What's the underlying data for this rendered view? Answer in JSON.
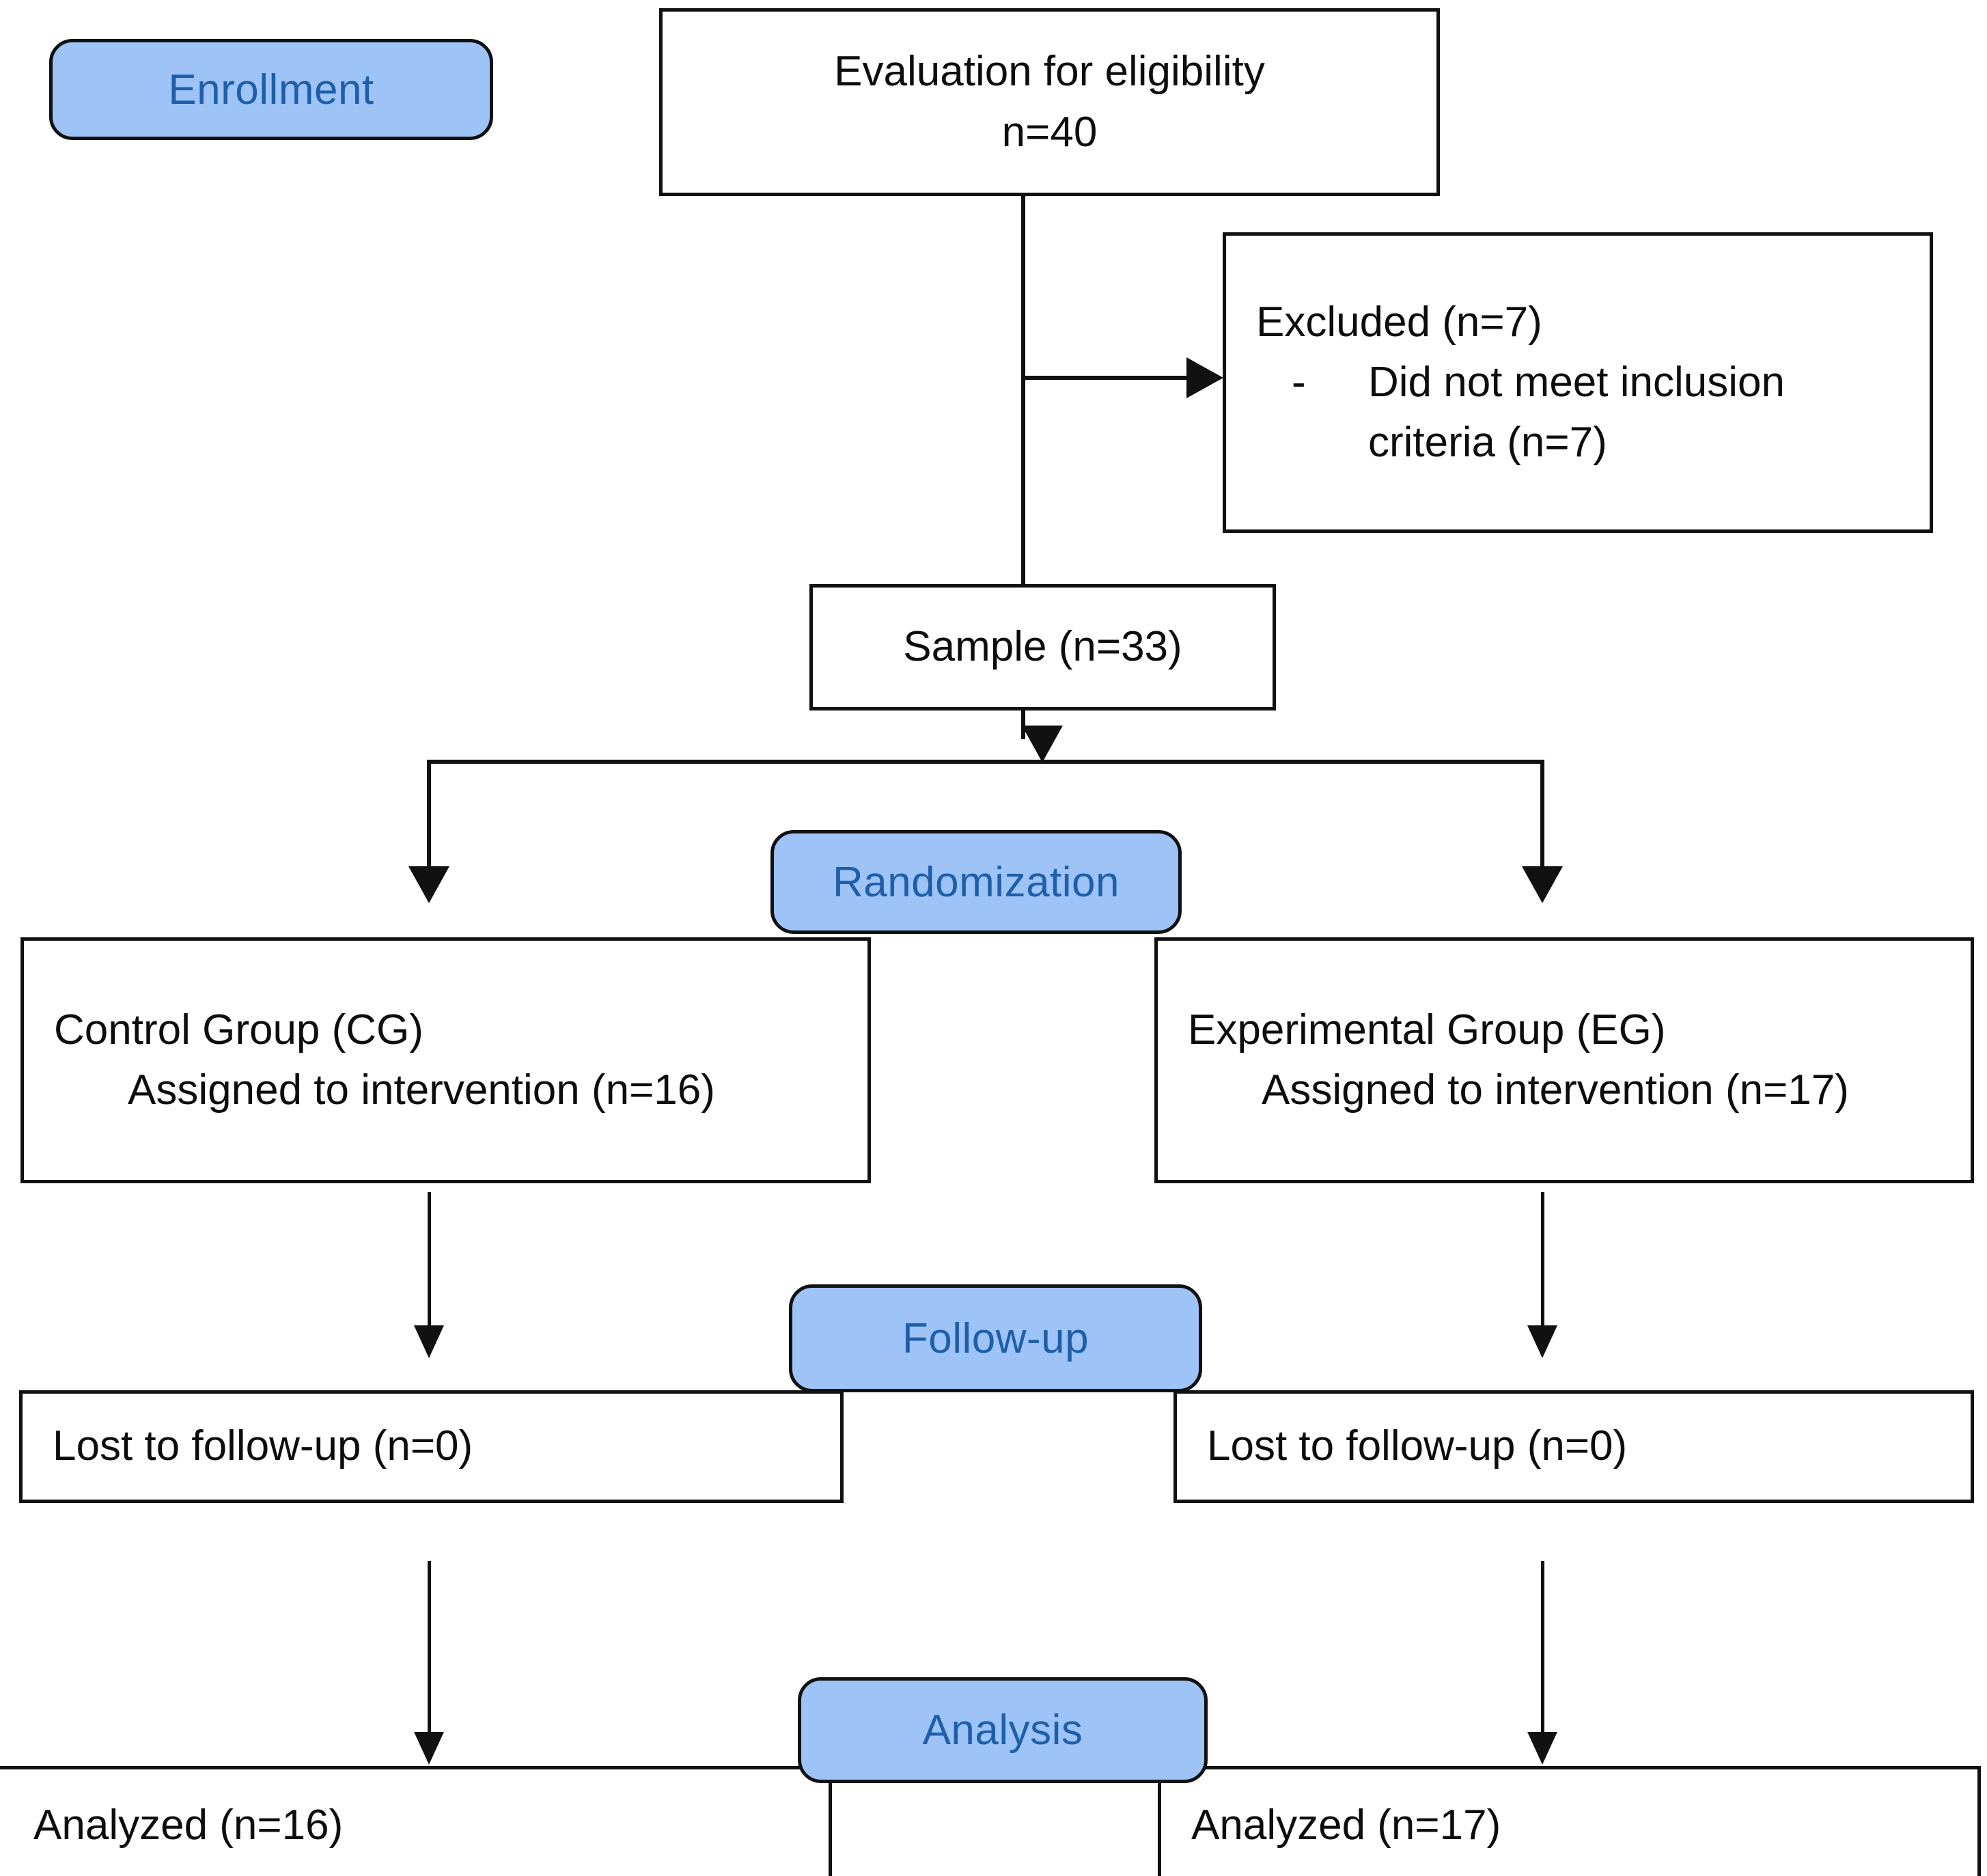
{
  "diagram": {
    "title": "CONSORT participant flow diagram",
    "accent_blue_fill": "#9DC3F7",
    "accent_blue_text": "#1F5FA9",
    "node_border_color": "#111111",
    "background": "#ffffff"
  },
  "stages": {
    "enrollment": "Enrollment",
    "randomization": "Randomization",
    "followup": "Follow-up",
    "analysis": "Analysis"
  },
  "nodes": {
    "eligibility": {
      "line1": "Evaluation for eligibility",
      "line2": "n=40"
    },
    "excluded": {
      "heading": "Excluded (n=7)",
      "bullet_marker": "-",
      "bullet_line1": "Did not meet inclusion",
      "bullet_line2": "criteria (n=7)"
    },
    "sample": {
      "label": "Sample (n=33)"
    },
    "control_group": {
      "line1": "Control Group (CG)",
      "line2": "Assigned to intervention (n=16)"
    },
    "experimental_group": {
      "line1": "Experimental Group (EG)",
      "line2": "Assigned to intervention (n=17)"
    },
    "lost_control": {
      "label": "Lost to follow-up (n=0)"
    },
    "lost_experimental": {
      "label": "Lost to follow-up (n=0)"
    },
    "analyzed_control": {
      "label": "Analyzed (n=16)"
    },
    "analyzed_experimental": {
      "label": "Analyzed (n=17)"
    }
  },
  "flow_data": {
    "type": "flowchart",
    "assessed_for_eligibility": 40,
    "excluded_total": 7,
    "excluded_reasons": [
      {
        "reason": "Did not meet inclusion criteria",
        "n": 7
      }
    ],
    "randomized_sample": 33,
    "arms": [
      {
        "name": "Control Group (CG)",
        "abbreviation": "CG",
        "allocated": 16,
        "lost_to_followup": 0,
        "analyzed": 16
      },
      {
        "name": "Experimental Group (EG)",
        "abbreviation": "EG",
        "allocated": 17,
        "lost_to_followup": 0,
        "analyzed": 17
      }
    ],
    "stage_labels": [
      "Enrollment",
      "Randomization",
      "Follow-up",
      "Analysis"
    ]
  }
}
